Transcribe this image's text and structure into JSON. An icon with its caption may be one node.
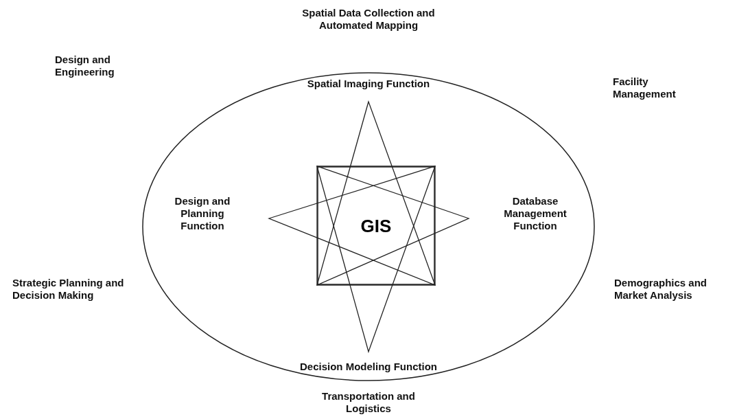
{
  "diagram": {
    "nodes": [
      {
        "text": [],
        "shape": "ellipse"
      },
      {
        "text": [
          "GIS"
        ],
        "in": 0
      }
    ],
    "labels": [
      "Spatial Data Collection and Automated Mapping",
      "Design and Engineering",
      "Facility Management",
      "Spatial Imaging Function",
      "Design and Planning Function",
      "Database Management Function",
      "Strategic Planning and Decision Making",
      "Demographics and Market Analysis",
      "Decision Modeling Function",
      "Transportation and Logistics"
    ]
  }
}
